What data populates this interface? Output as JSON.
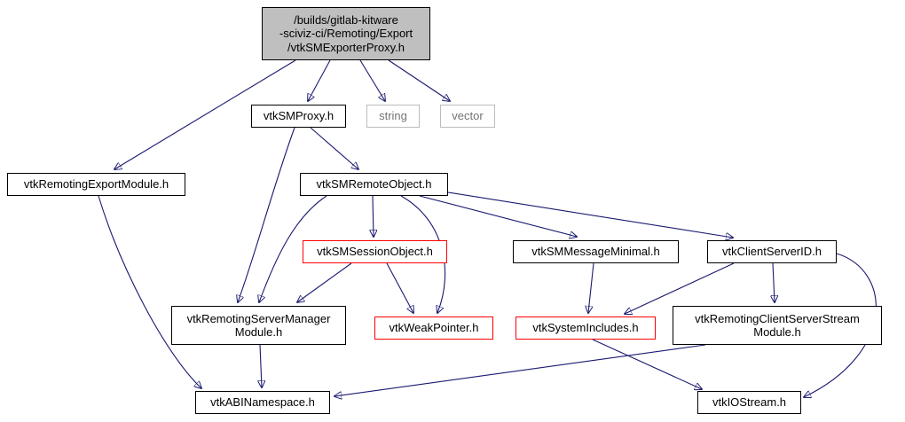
{
  "diagram": {
    "kind": "doxygen-include-dependency-graph",
    "colors": {
      "edge": "#191970",
      "root_fill": "#bfbfbf",
      "node_border": "#000000",
      "truncated_border": "#ff0000",
      "external_border": "#bcbcbc",
      "external_text": "#737373",
      "background": "#ffffff"
    },
    "nodes": [
      {
        "id": "root",
        "type": "root",
        "label": "/builds/gitlab-kitware\n-sciviz-ci/Remoting/Export\n/vtkSMExporterProxy.h"
      },
      {
        "id": "vtkSMProxy",
        "type": "normal",
        "label": "vtkSMProxy.h"
      },
      {
        "id": "string",
        "type": "external",
        "label": "string"
      },
      {
        "id": "vector",
        "type": "external",
        "label": "vector"
      },
      {
        "id": "vtkRemotingExportModule",
        "type": "normal",
        "label": "vtkRemotingExportModule.h"
      },
      {
        "id": "vtkSMRemoteObject",
        "type": "normal",
        "label": "vtkSMRemoteObject.h"
      },
      {
        "id": "vtkSMSessionObject",
        "type": "truncated",
        "label": "vtkSMSessionObject.h"
      },
      {
        "id": "vtkSMMessageMinimal",
        "type": "normal",
        "label": "vtkSMMessageMinimal.h"
      },
      {
        "id": "vtkClientServerID",
        "type": "normal",
        "label": "vtkClientServerID.h"
      },
      {
        "id": "vtkRemotingServerManagerModule",
        "type": "normal",
        "label": "vtkRemotingServerManager\nModule.h"
      },
      {
        "id": "vtkWeakPointer",
        "type": "truncated",
        "label": "vtkWeakPointer.h"
      },
      {
        "id": "vtkSystemIncludes",
        "type": "truncated",
        "label": "vtkSystemIncludes.h"
      },
      {
        "id": "vtkRemotingClientServerStreamModule",
        "type": "normal",
        "label": "vtkRemotingClientServerStream\nModule.h"
      },
      {
        "id": "vtkABINamespace",
        "type": "normal",
        "label": "vtkABINamespace.h"
      },
      {
        "id": "vtkIOStream",
        "type": "normal",
        "label": "vtkIOStream.h"
      }
    ],
    "edges": [
      {
        "from": "root",
        "to": "vtkSMProxy"
      },
      {
        "from": "root",
        "to": "string"
      },
      {
        "from": "root",
        "to": "vector"
      },
      {
        "from": "root",
        "to": "vtkRemotingExportModule"
      },
      {
        "from": "vtkSMProxy",
        "to": "vtkSMRemoteObject"
      },
      {
        "from": "vtkSMProxy",
        "to": "vtkRemotingServerManagerModule"
      },
      {
        "from": "vtkSMRemoteObject",
        "to": "vtkSMSessionObject"
      },
      {
        "from": "vtkSMRemoteObject",
        "to": "vtkSMMessageMinimal"
      },
      {
        "from": "vtkSMRemoteObject",
        "to": "vtkClientServerID"
      },
      {
        "from": "vtkSMRemoteObject",
        "to": "vtkRemotingServerManagerModule"
      },
      {
        "from": "vtkSMRemoteObject",
        "to": "vtkWeakPointer"
      },
      {
        "from": "vtkSMSessionObject",
        "to": "vtkRemotingServerManagerModule"
      },
      {
        "from": "vtkSMSessionObject",
        "to": "vtkWeakPointer"
      },
      {
        "from": "vtkSMMessageMinimal",
        "to": "vtkSystemIncludes"
      },
      {
        "from": "vtkClientServerID",
        "to": "vtkSystemIncludes"
      },
      {
        "from": "vtkClientServerID",
        "to": "vtkRemotingClientServerStreamModule"
      },
      {
        "from": "vtkClientServerID",
        "to": "vtkIOStream"
      },
      {
        "from": "vtkRemotingExportModule",
        "to": "vtkABINamespace"
      },
      {
        "from": "vtkRemotingServerManagerModule",
        "to": "vtkABINamespace"
      },
      {
        "from": "vtkRemotingClientServerStreamModule",
        "to": "vtkABINamespace"
      },
      {
        "from": "vtkSystemIncludes",
        "to": "vtkIOStream"
      }
    ]
  }
}
